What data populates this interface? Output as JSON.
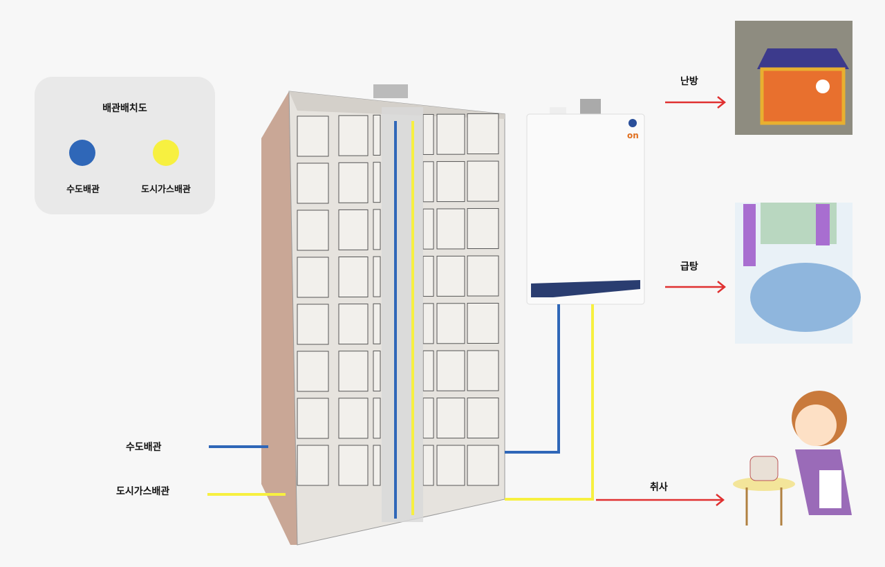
{
  "legend": {
    "title": "배관배치도",
    "items": [
      {
        "label": "수도배관",
        "color": "#2f67b8"
      },
      {
        "label": "도시가스배관",
        "color": "#f7f040"
      }
    ]
  },
  "pipes": {
    "water_label": "수도배관",
    "gas_label": "도시가스배관"
  },
  "uses": {
    "heating": "난방",
    "hot_water": "급탕",
    "cooking": "취사"
  },
  "colors": {
    "water": "#2f67b8",
    "gas": "#f7f040",
    "arrow": "#e03030"
  }
}
